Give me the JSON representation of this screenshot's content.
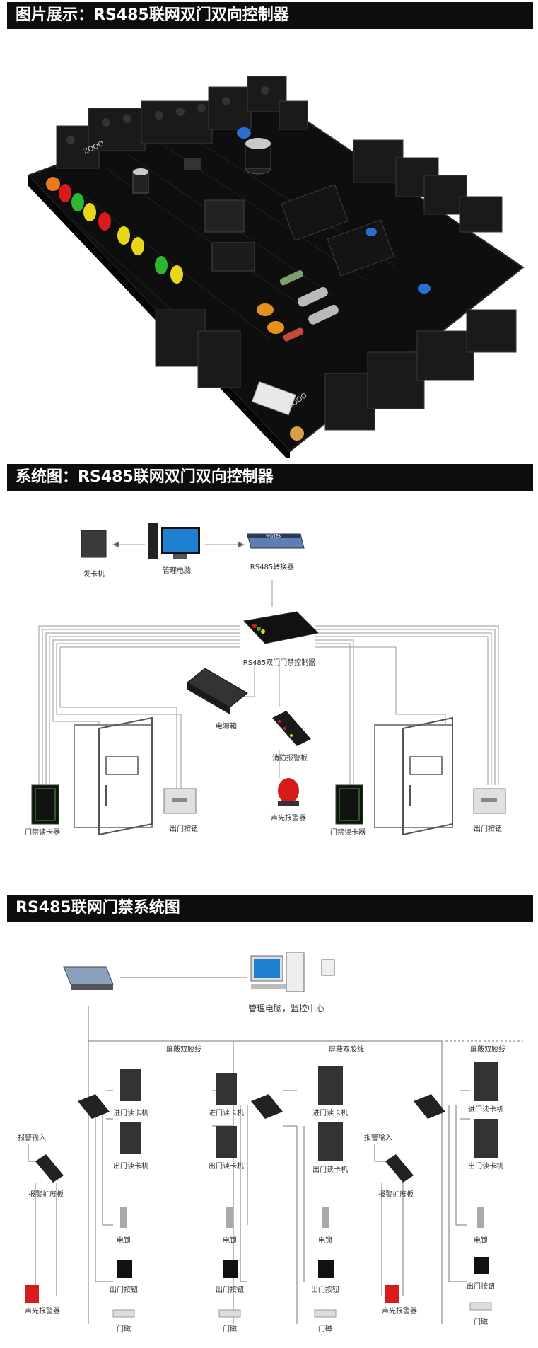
{
  "sections": [
    {
      "title": "图片展示：RS485联网双门双向控制器"
    },
    {
      "title": "系统图：RS485联网双门双向控制器"
    },
    {
      "title": "RS485联网门禁系统图"
    }
  ],
  "board": {
    "silk1": "ZOOO",
    "silk2": "ZOOO"
  },
  "system": {
    "card_issuer": "发卡机",
    "pc": "管理电脑",
    "converter": "RS485转换器",
    "converter_tag": "WOTEK",
    "controller": "RS485双门门禁控制器",
    "power": "电源箱",
    "fire_board": "消防报警板",
    "alarm": "声光报警器",
    "reader_left": "门禁读卡器",
    "exit_left": "出门按钮",
    "reader_right": "门禁读卡器",
    "exit_right": "出门按钮"
  },
  "network": {
    "center": "管理电脑，监控中心",
    "cable1": "屏蔽双胶线",
    "cable2": "屏蔽双胶线",
    "cable3": "屏蔽双胶线",
    "alarm_in1": "报警输入",
    "alarm_in3": "报警输入",
    "in_reader1": "进门读卡机",
    "out_reader1": "出门读卡机",
    "ext1": "报警扩展板",
    "lock1": "电锁",
    "exit1": "出门按钮",
    "siren1": "声光报警器",
    "mag1": "门磁",
    "in_reader2a": "进门读卡机",
    "out_reader2a": "出门读卡机",
    "lock2a": "电锁",
    "exit2a": "出门按钮",
    "mag2a": "门磁",
    "in_reader2b": "进门读卡机",
    "out_reader2b": "出门读卡机",
    "lock2b": "电锁",
    "exit2b": "出门按钮",
    "mag2b": "门磁",
    "in_reader3": "进门读卡机",
    "out_reader3": "出门读卡机",
    "ext3": "报警扩展板",
    "lock3": "电锁",
    "exit3": "出门按钮",
    "siren3": "声光报警器",
    "mag3": "门磁"
  },
  "colors": {
    "header_bg": "#0d0d0d",
    "pcb": "#111111",
    "terminal": "#1b1b1b",
    "led_red": "#d91a1a",
    "led_green": "#2fb52f",
    "led_yellow": "#e9d61a",
    "line": "#9a9a9a"
  }
}
